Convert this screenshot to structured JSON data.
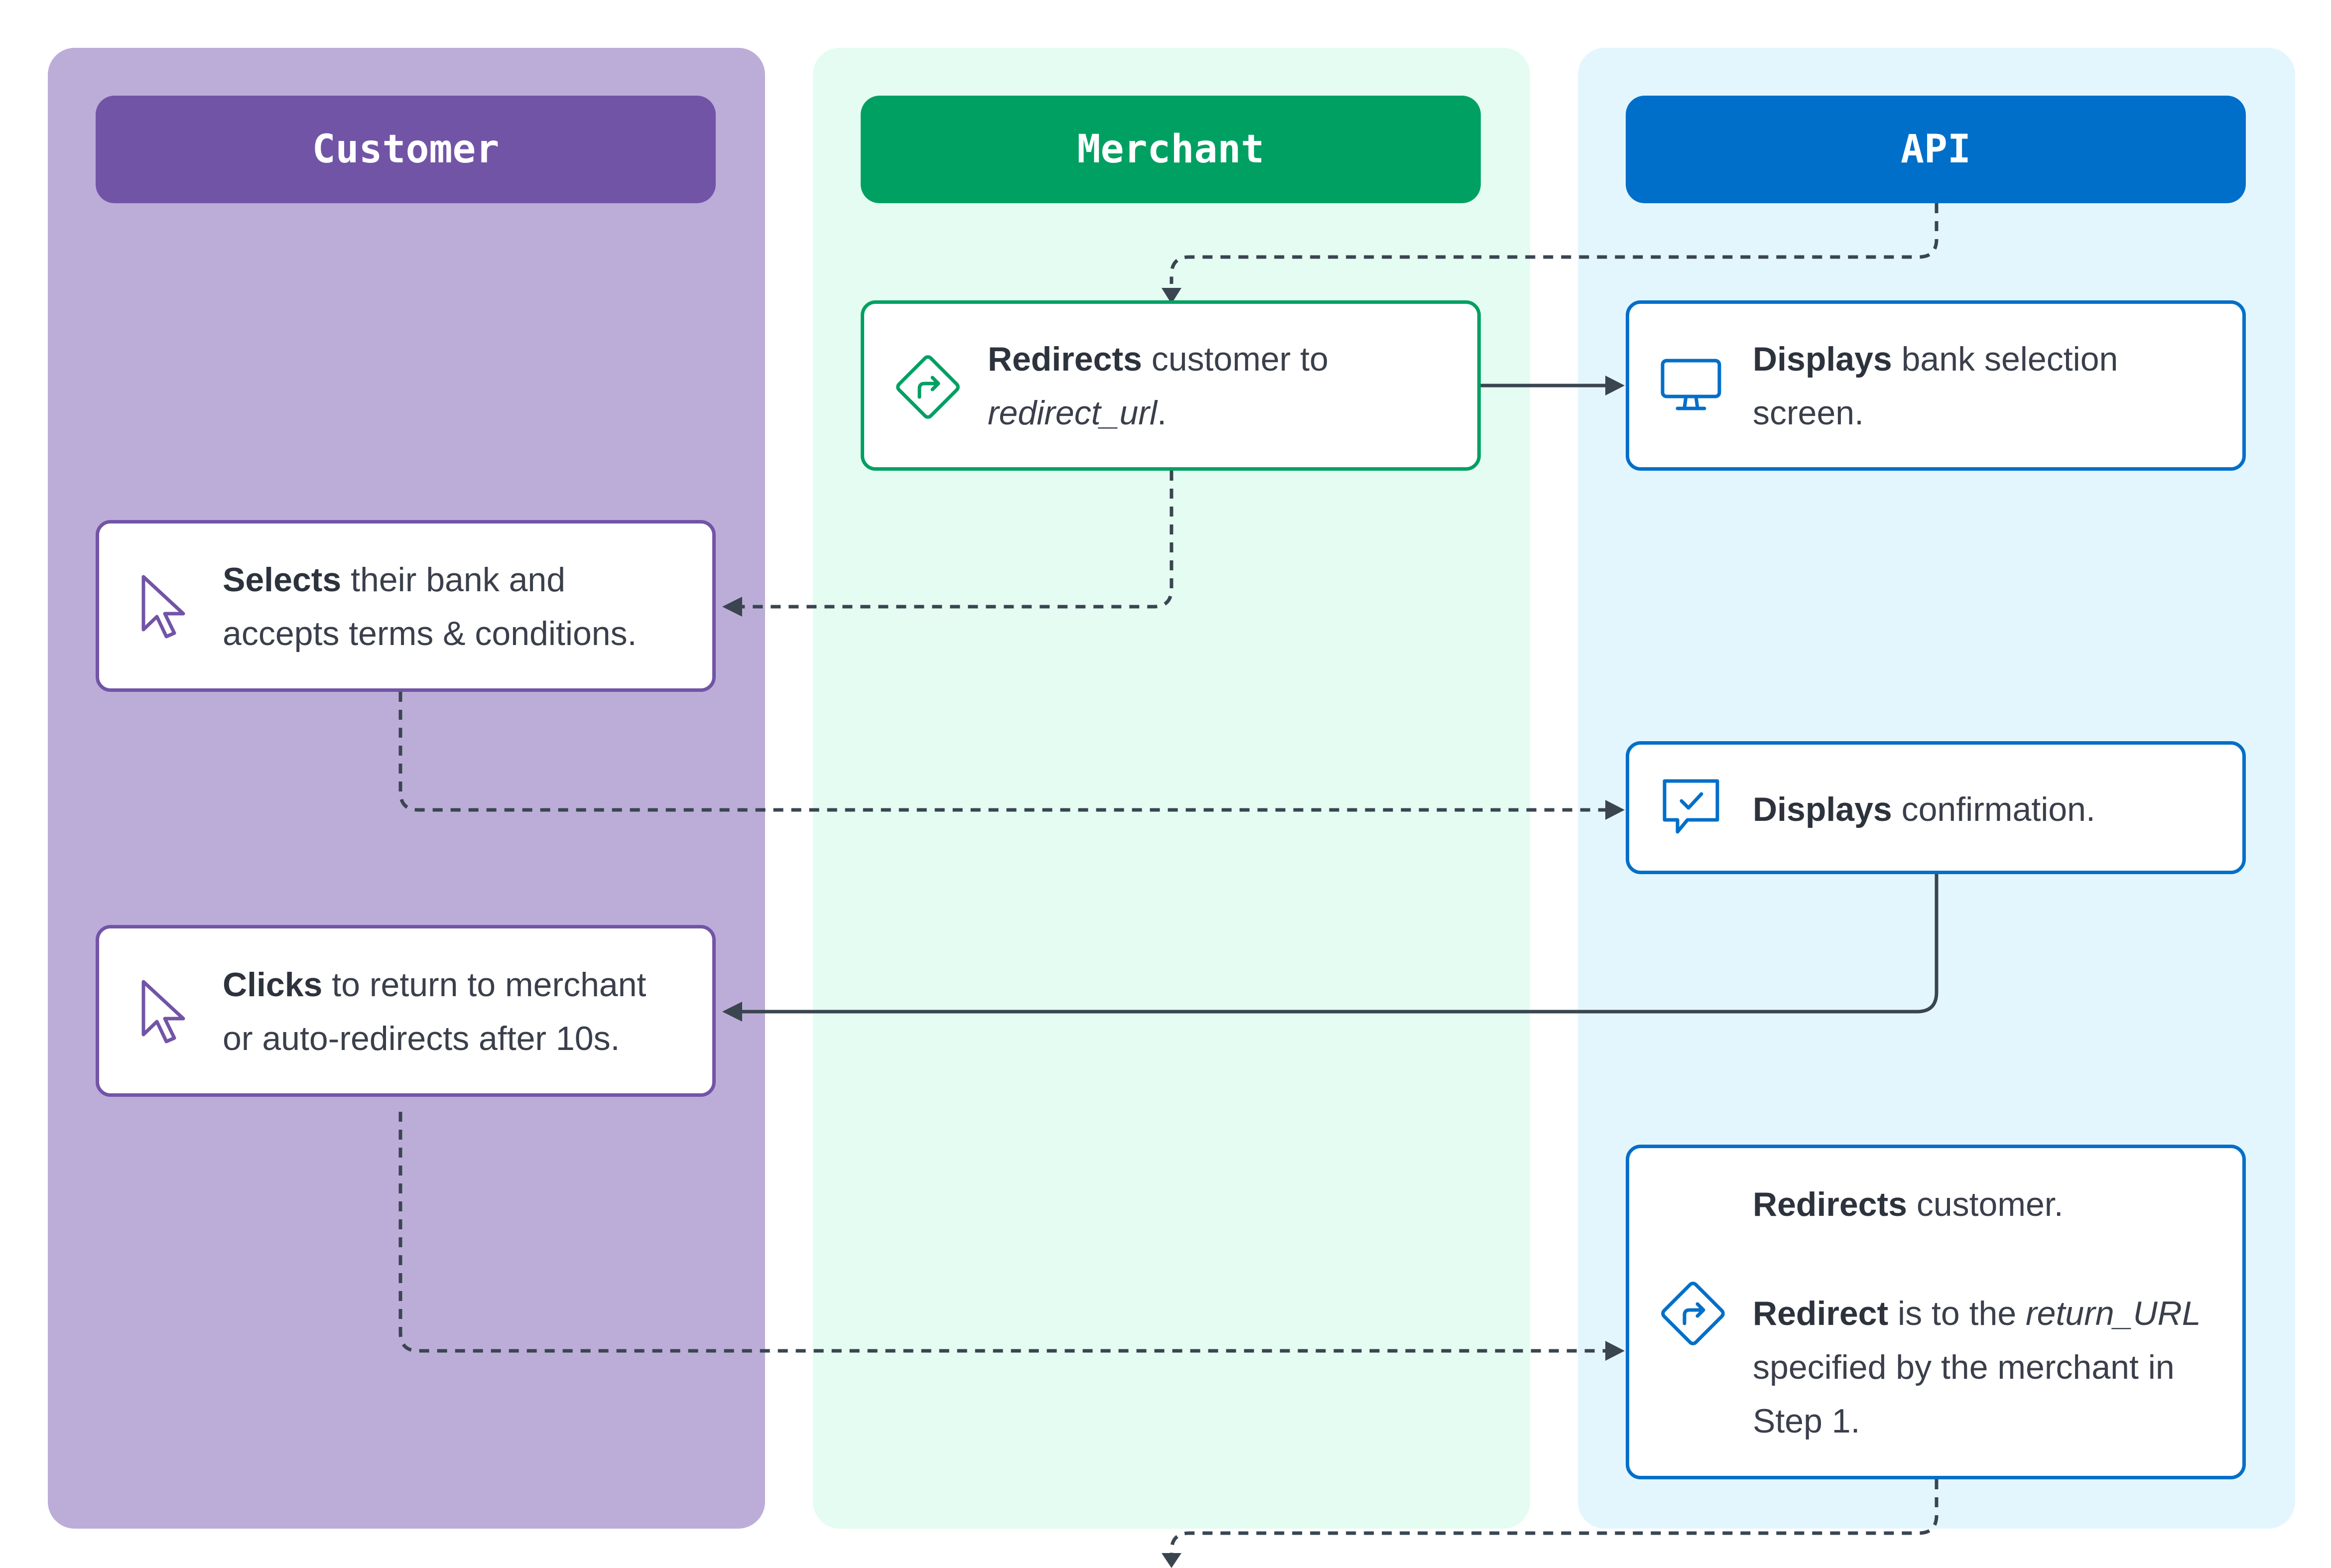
{
  "lanes": {
    "customer": {
      "title": "Customer",
      "color": "#7254a7"
    },
    "merchant": {
      "title": "Merchant",
      "color": "#00a063"
    },
    "api": {
      "title": "API",
      "color": "#006fc9"
    }
  },
  "steps": {
    "merchant_redirect": {
      "bold": "Redirects",
      "text1": " customer to",
      "italic": "redirect_url",
      "text2": "."
    },
    "api_bank_screen": {
      "bold": "Displays",
      "text1": " bank selection",
      "text2": "screen."
    },
    "customer_select": {
      "bold": "Selects",
      "text1": " their bank and",
      "text2": "accepts terms & conditions."
    },
    "api_confirmation": {
      "bold": "Displays",
      "text1": " confirmation."
    },
    "customer_click": {
      "bold": "Clicks",
      "text1": " to return to merchant",
      "text2": "or auto-redirects after 10s."
    },
    "api_redirect": {
      "bold1": "Redirects",
      "text1": " customer.",
      "bold2": "Redirect",
      "text2": " is to the ",
      "italic": "return_URL",
      "text3": "specified by the merchant in",
      "text4": "Step 1."
    }
  },
  "icons": {
    "merchant_redirect": "redirect-sign-icon",
    "api_bank_screen": "monitor-icon",
    "customer_select": "cursor-icon",
    "api_confirmation": "chat-check-icon",
    "customer_click": "cursor-icon",
    "api_redirect": "redirect-sign-icon"
  },
  "colors": {
    "connector": "#3a4550",
    "customer_lane": "#bcadd8",
    "merchant_lane": "#e4fcf2",
    "api_lane": "#e4f6fd"
  }
}
